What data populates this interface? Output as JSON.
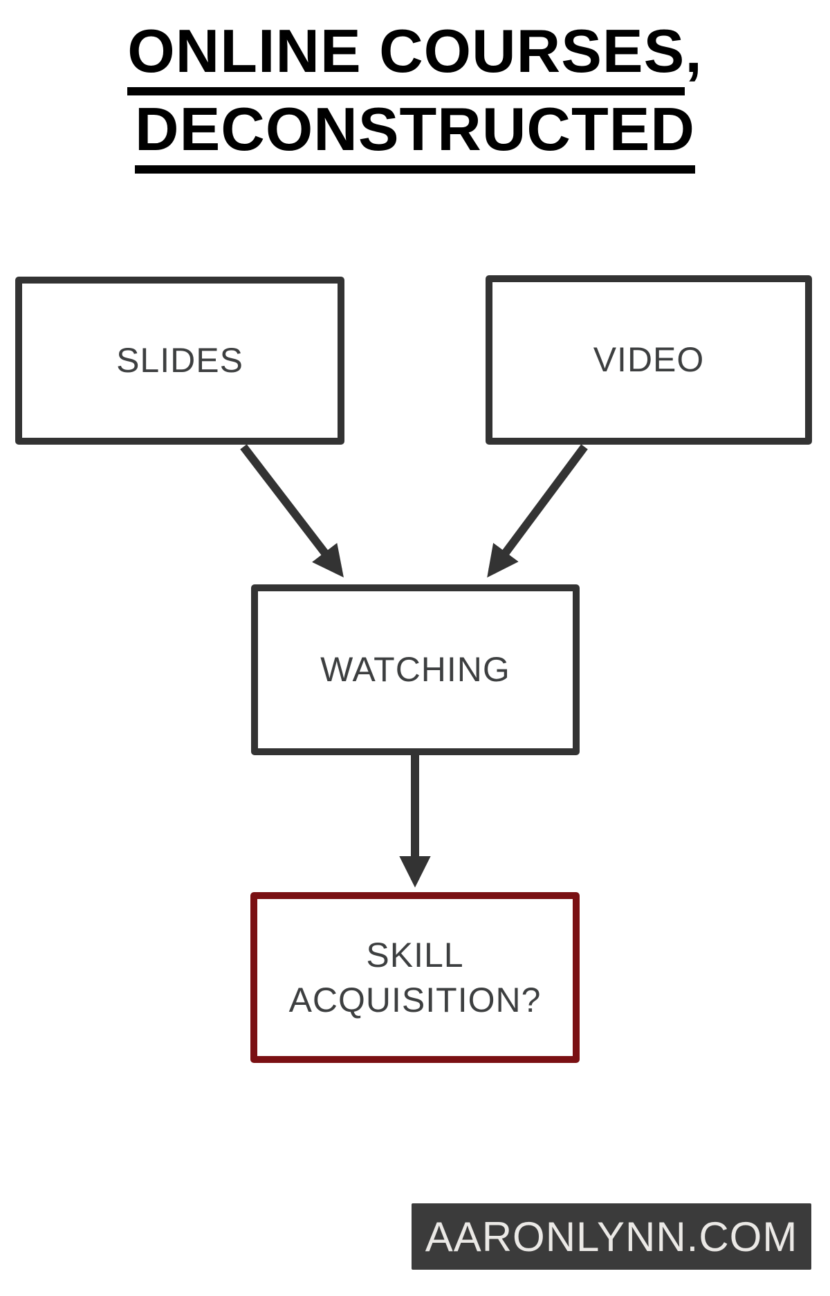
{
  "title": {
    "line1": "ONLINE COURSES",
    "line1_suffix": ",",
    "line2": "DECONSTRUCTED"
  },
  "diagram": {
    "nodes": [
      {
        "id": "slides",
        "label": "SLIDES"
      },
      {
        "id": "video",
        "label": "VIDEO"
      },
      {
        "id": "watching",
        "label": "WATCHING"
      },
      {
        "id": "skill",
        "label": "SKILL ACQUISITION?",
        "accent": true
      }
    ],
    "edges": [
      {
        "from": "slides",
        "to": "watching"
      },
      {
        "from": "video",
        "to": "watching"
      },
      {
        "from": "watching",
        "to": "skill"
      }
    ]
  },
  "footer": {
    "text": "AARONLYNN.COM"
  },
  "colors": {
    "ink": "#333333",
    "accent_red": "#7a1013",
    "label_text": "#3d3f40",
    "title_text": "#000000",
    "footer_bg": "#3b3b3b",
    "footer_text": "#ebe9e6"
  }
}
